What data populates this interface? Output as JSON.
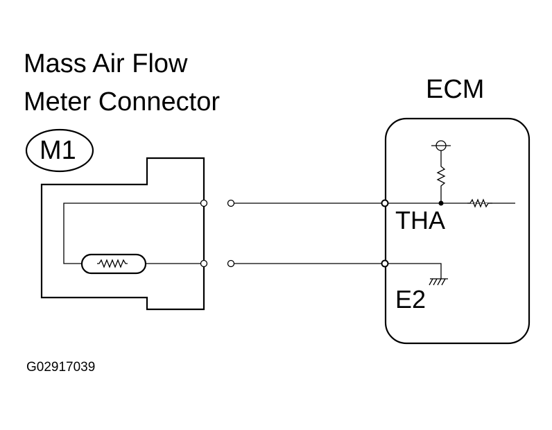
{
  "sensor": {
    "title_line1": "Mass Air Flow",
    "title_line2": "Meter Connector",
    "connector_id": "M1"
  },
  "ecm": {
    "label": "ECM",
    "pins": [
      {
        "name": "THA"
      },
      {
        "name": "E2"
      }
    ]
  },
  "figure_code": "G02917039",
  "colors": {
    "line": "#000000",
    "background": "#ffffff"
  }
}
